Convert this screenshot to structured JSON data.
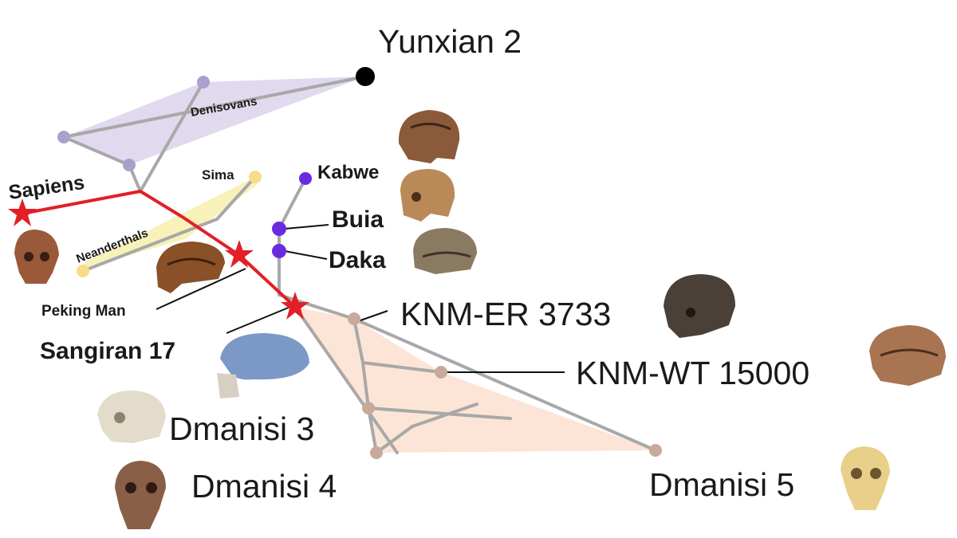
{
  "diagram": {
    "nodes": {
      "yunxian2": "Yunxian 2",
      "denisovans": "Denisovans",
      "sapiens": "Sapiens",
      "sima": "Sima",
      "kabwe": "Kabwe",
      "buia": "Buia",
      "daka": "Daka",
      "neanderthals": "Neanderthals",
      "peking_man": "Peking Man",
      "sangiran17": "Sangiran 17",
      "knm_er_3733": "KNM-ER 3733",
      "knm_wt_15000": "KNM-WT 15000",
      "dmanisi3": "Dmanisi 3",
      "dmanisi4": "Dmanisi 4",
      "dmanisi5": "Dmanisi 5"
    },
    "colors": {
      "red_path": "#e21f26",
      "denisovan_hull": "#d9d0ea",
      "neanderthal_hull": "#f7efb3",
      "erectus_hull": "#fbdcc8",
      "denisovan_node": "#a9a0cc",
      "neanderthal_node": "#f8dc86",
      "african_node": "#6a2be0",
      "erectus_node": "#c9a99a",
      "yunxian_node": "#000000",
      "branch": "#a8a8a8"
    }
  }
}
